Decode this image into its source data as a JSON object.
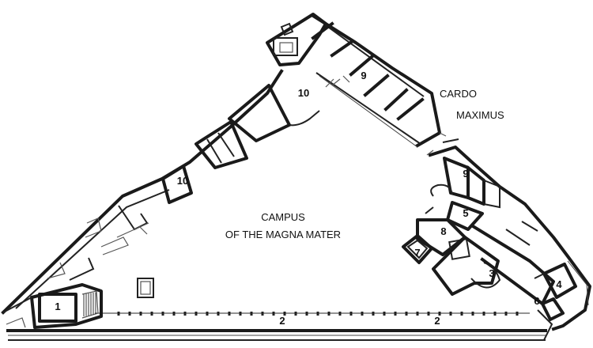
{
  "areas": {
    "campus_line1": "CAMPUS",
    "campus_line2": "OF THE MAGNA MATER",
    "cardo_line1": "CARDO",
    "cardo_line2": "MAXIMUS"
  },
  "room_numbers": {
    "r1": "1",
    "r2a": "2",
    "r2b": "2",
    "r3": "3",
    "r4": "4",
    "r5": "5",
    "r6": "6",
    "r7": "7",
    "r8": "8",
    "r9a": "9",
    "r9b": "9",
    "r10a": "10",
    "r10b": "10"
  }
}
